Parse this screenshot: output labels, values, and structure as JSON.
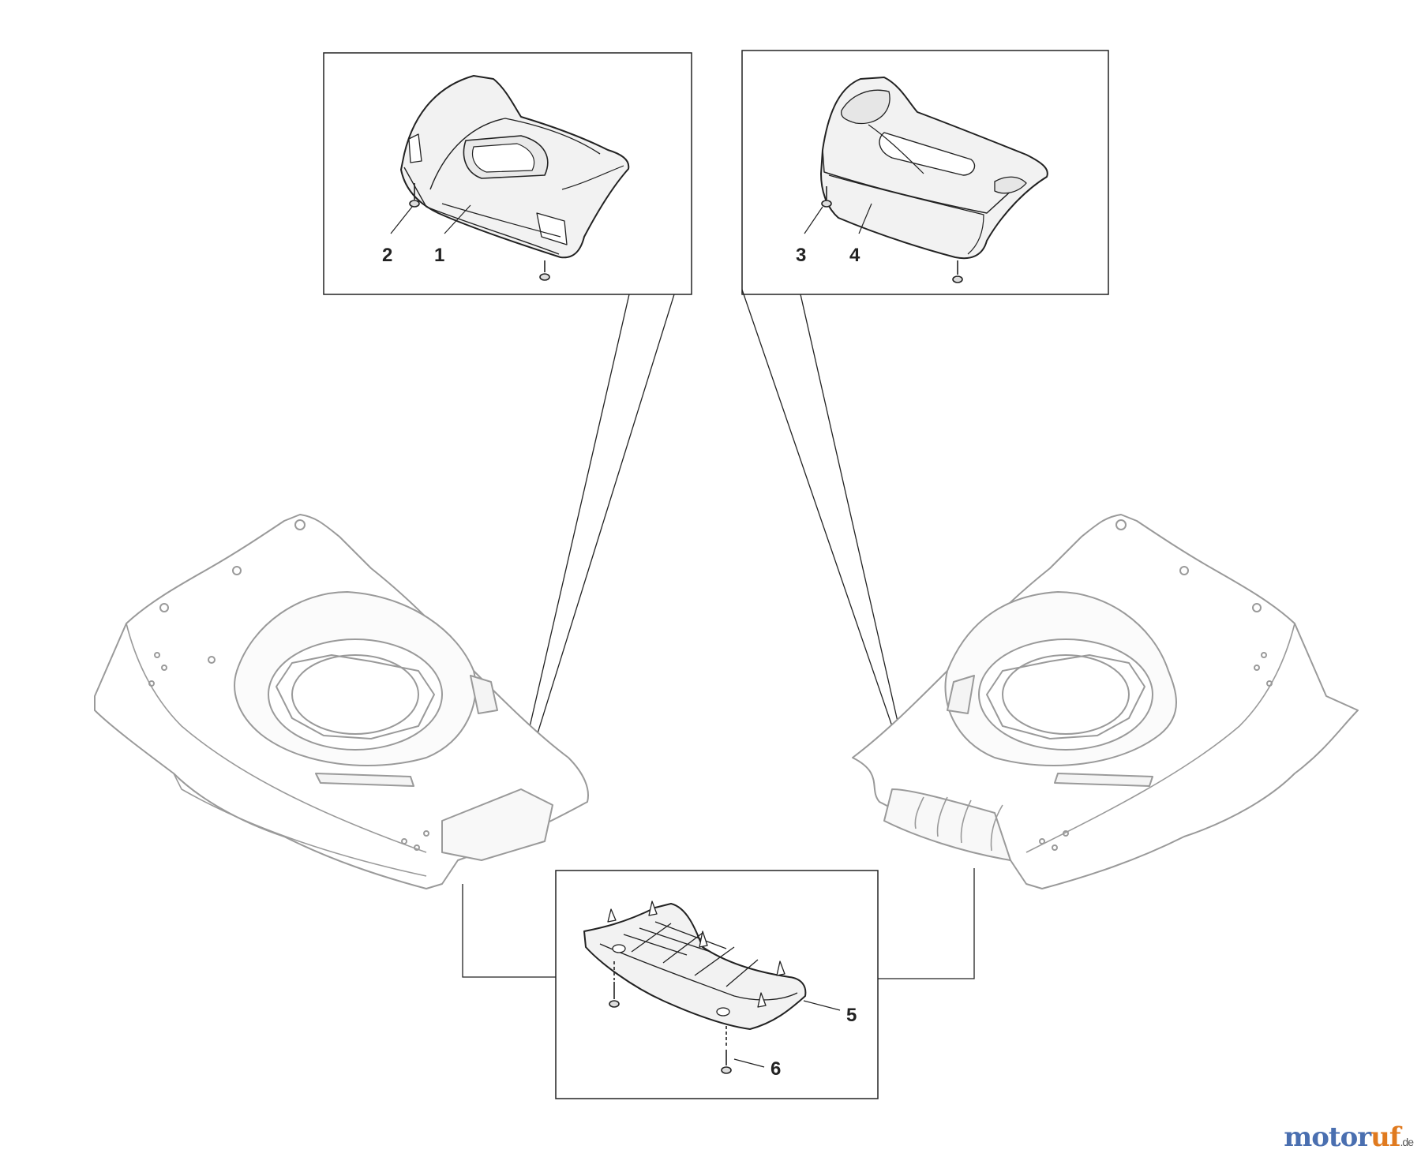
{
  "callouts": {
    "part_1": "1",
    "part_2": "2",
    "part_3": "3",
    "part_4": "4",
    "part_5": "5",
    "part_6": "6"
  },
  "watermark": {
    "motor": "motor",
    "uf": "uf",
    "tld": ".de",
    "motor_color": "#4a6fb0",
    "uf_color": "#e07a1f"
  },
  "colors": {
    "line": "#222222",
    "ghost_line": "#9a9a9a",
    "part_fill": "#f2f2f2"
  }
}
